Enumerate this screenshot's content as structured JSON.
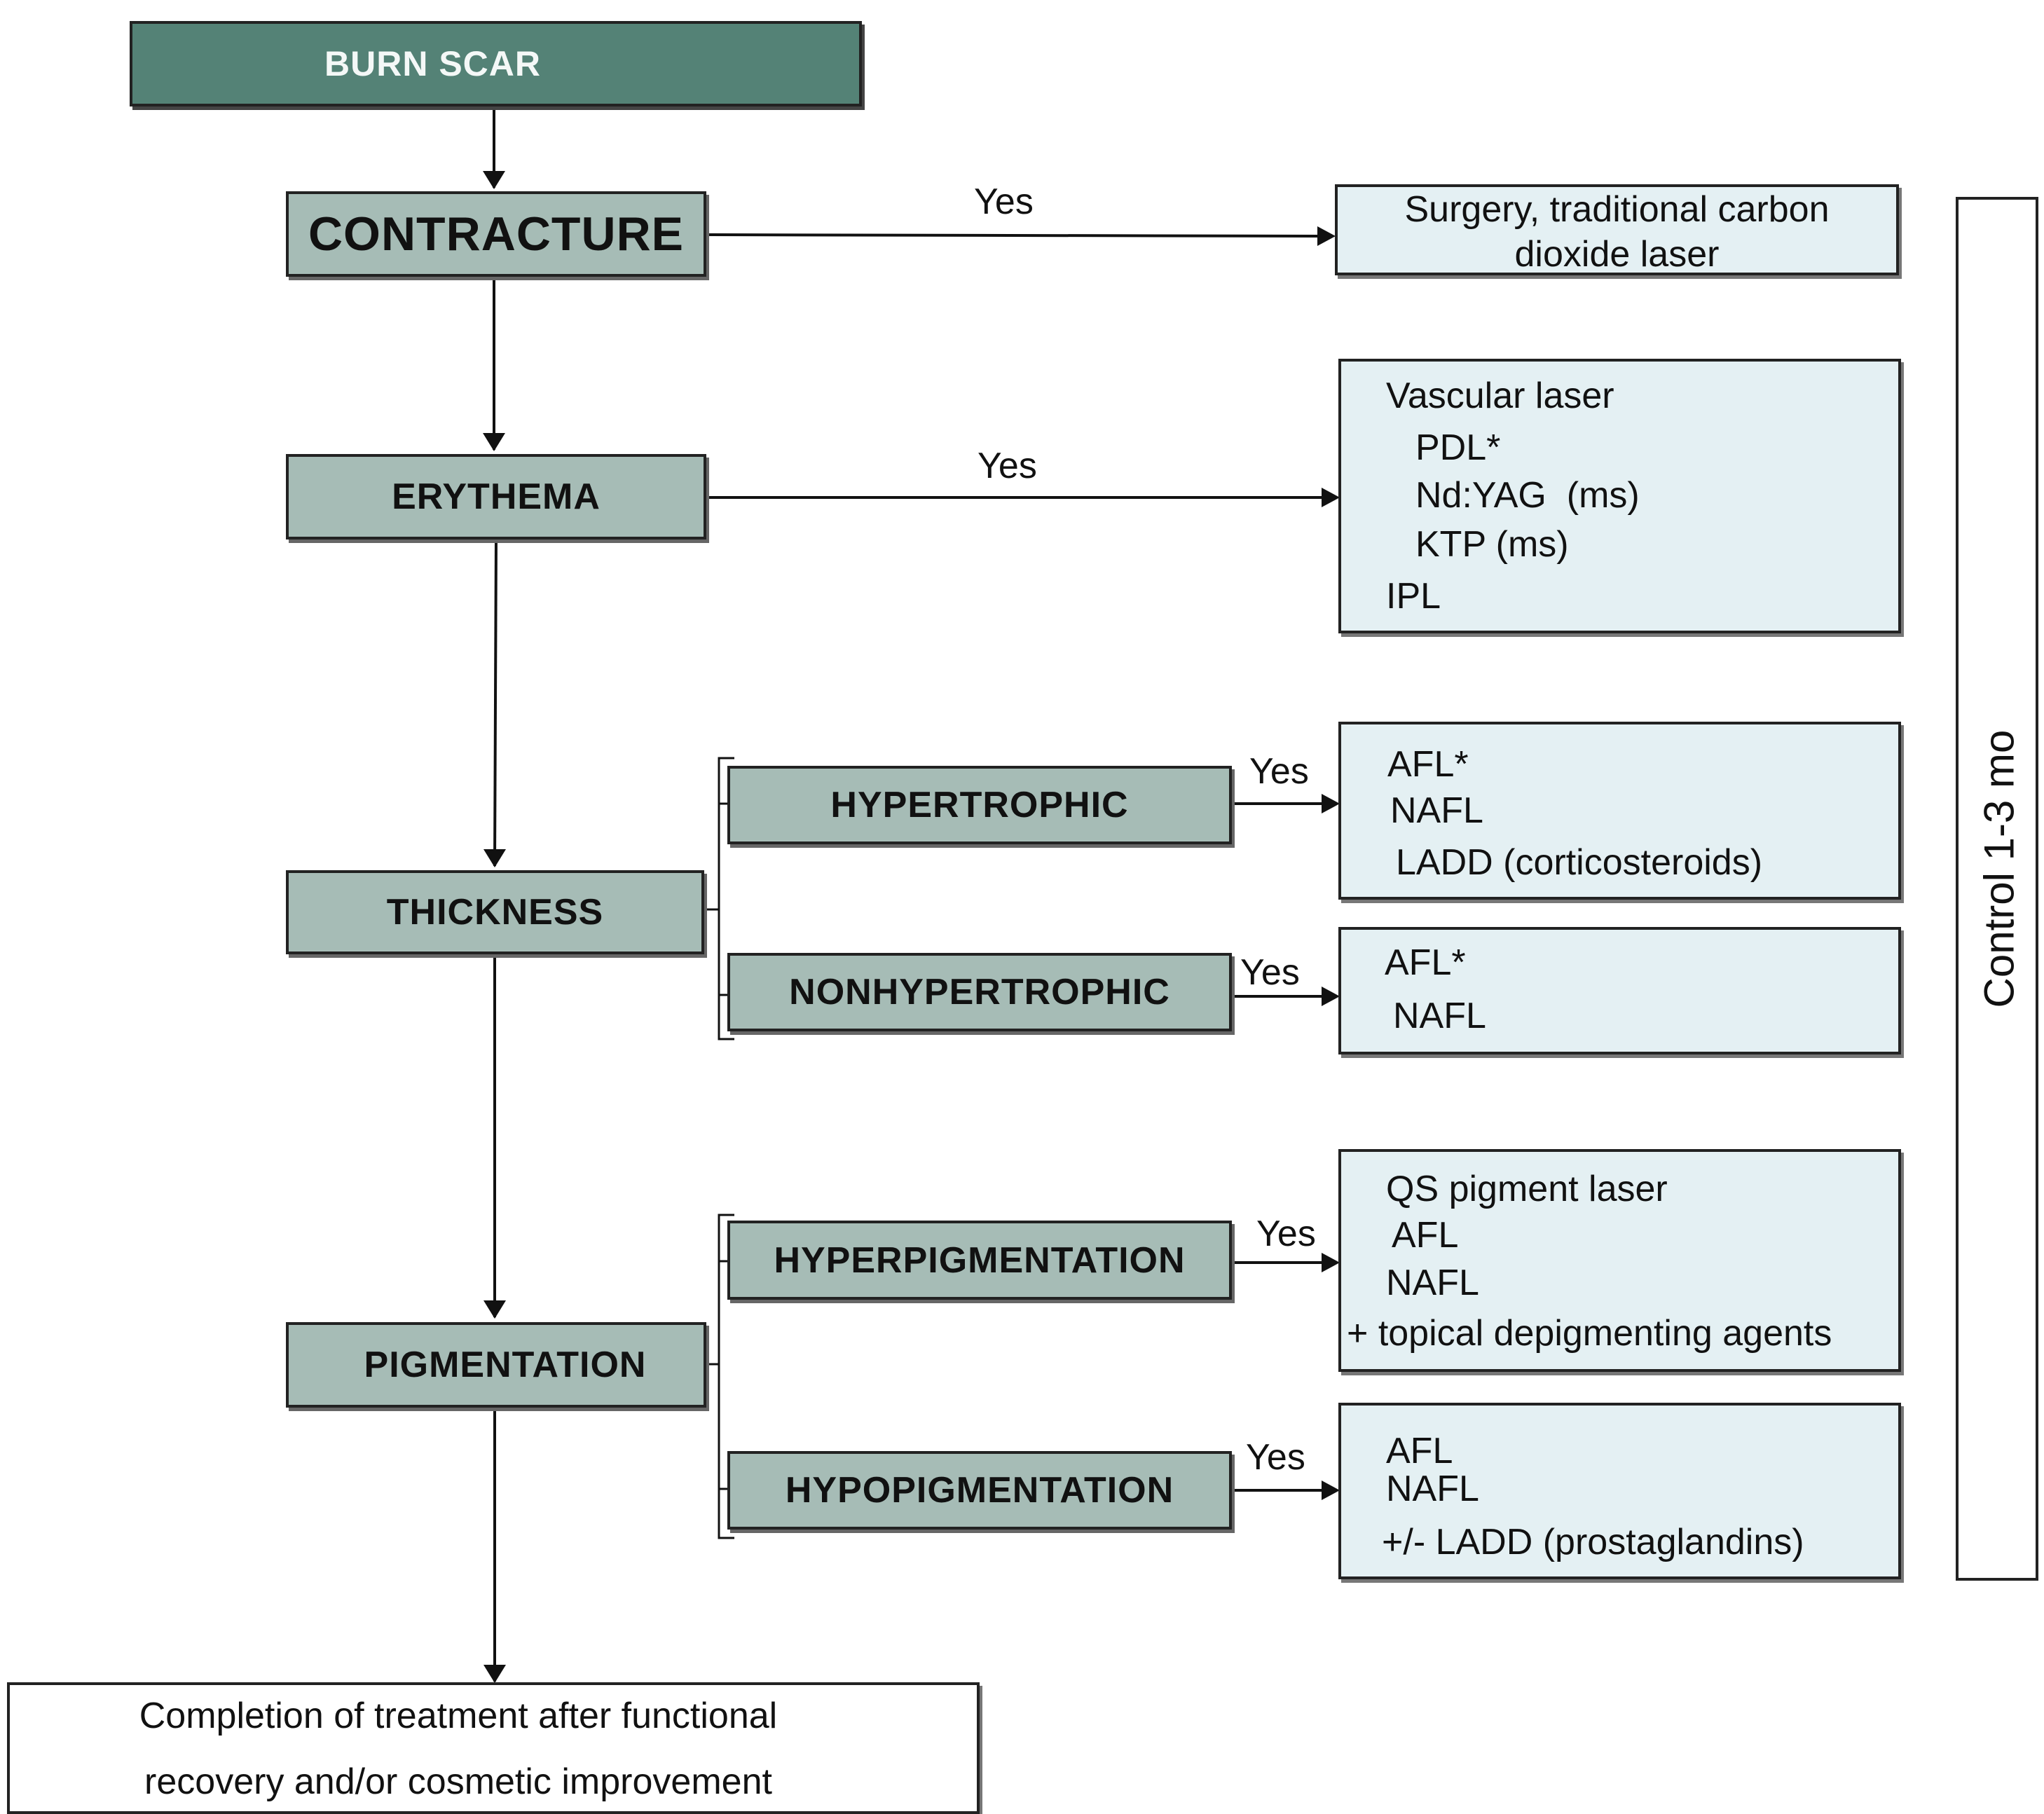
{
  "nodes": {
    "burn_scar": "BURN SCAR",
    "contracture": "CONTRACTURE",
    "erythema": "ERYTHEMA",
    "thickness": "THICKNESS",
    "hypertrophic": "HYPERTROPHIC",
    "nonhypertrophic": "NONHYPERTROPHIC",
    "pigmentation": "PIGMENTATION",
    "hyperpigmentation": "HYPERPIGMENTATION",
    "hypopigmentation": "HYPOPIGMENTATION"
  },
  "yes_label": "Yes",
  "treatments": {
    "contracture": [
      "Surgery, traditional carbon",
      "dioxide laser"
    ],
    "erythema": [
      "Vascular laser",
      "PDL*",
      "Nd:YAG  (ms)",
      "KTP (ms)",
      "IPL"
    ],
    "hypertrophic": [
      "AFL*",
      "NAFL",
      "LADD (corticosteroids)"
    ],
    "nonhypertrophic": [
      "AFL*",
      "NAFL"
    ],
    "hyperpigmentation": [
      "QS pigment laser",
      "AFL",
      "NAFL",
      "+ topical depigmenting agents"
    ],
    "hypopigmentation": [
      "AFL",
      "NAFL",
      "+/- LADD (prostaglandins)"
    ]
  },
  "control_label": "Control 1-3 mo",
  "final": [
    "Completion of treatment after functional",
    "recovery and/or cosmetic improvement"
  ]
}
